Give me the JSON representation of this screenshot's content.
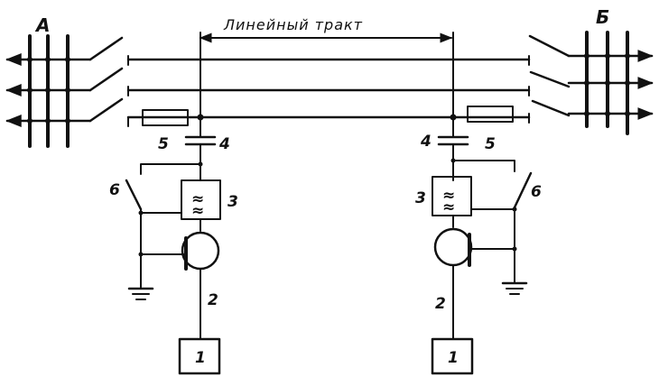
{
  "labels": {
    "station_a": "А",
    "station_b": "Б",
    "line_path": "Линейный тракт",
    "left": {
      "device": "1",
      "line": "2",
      "filter": "3",
      "capacitor": "4",
      "resistor": "5",
      "switch": "6"
    },
    "right": {
      "device": "1",
      "line": "2",
      "filter": "3",
      "capacitor": "4",
      "resistor": "5",
      "switch": "6"
    }
  },
  "filter_symbol": "≈"
}
